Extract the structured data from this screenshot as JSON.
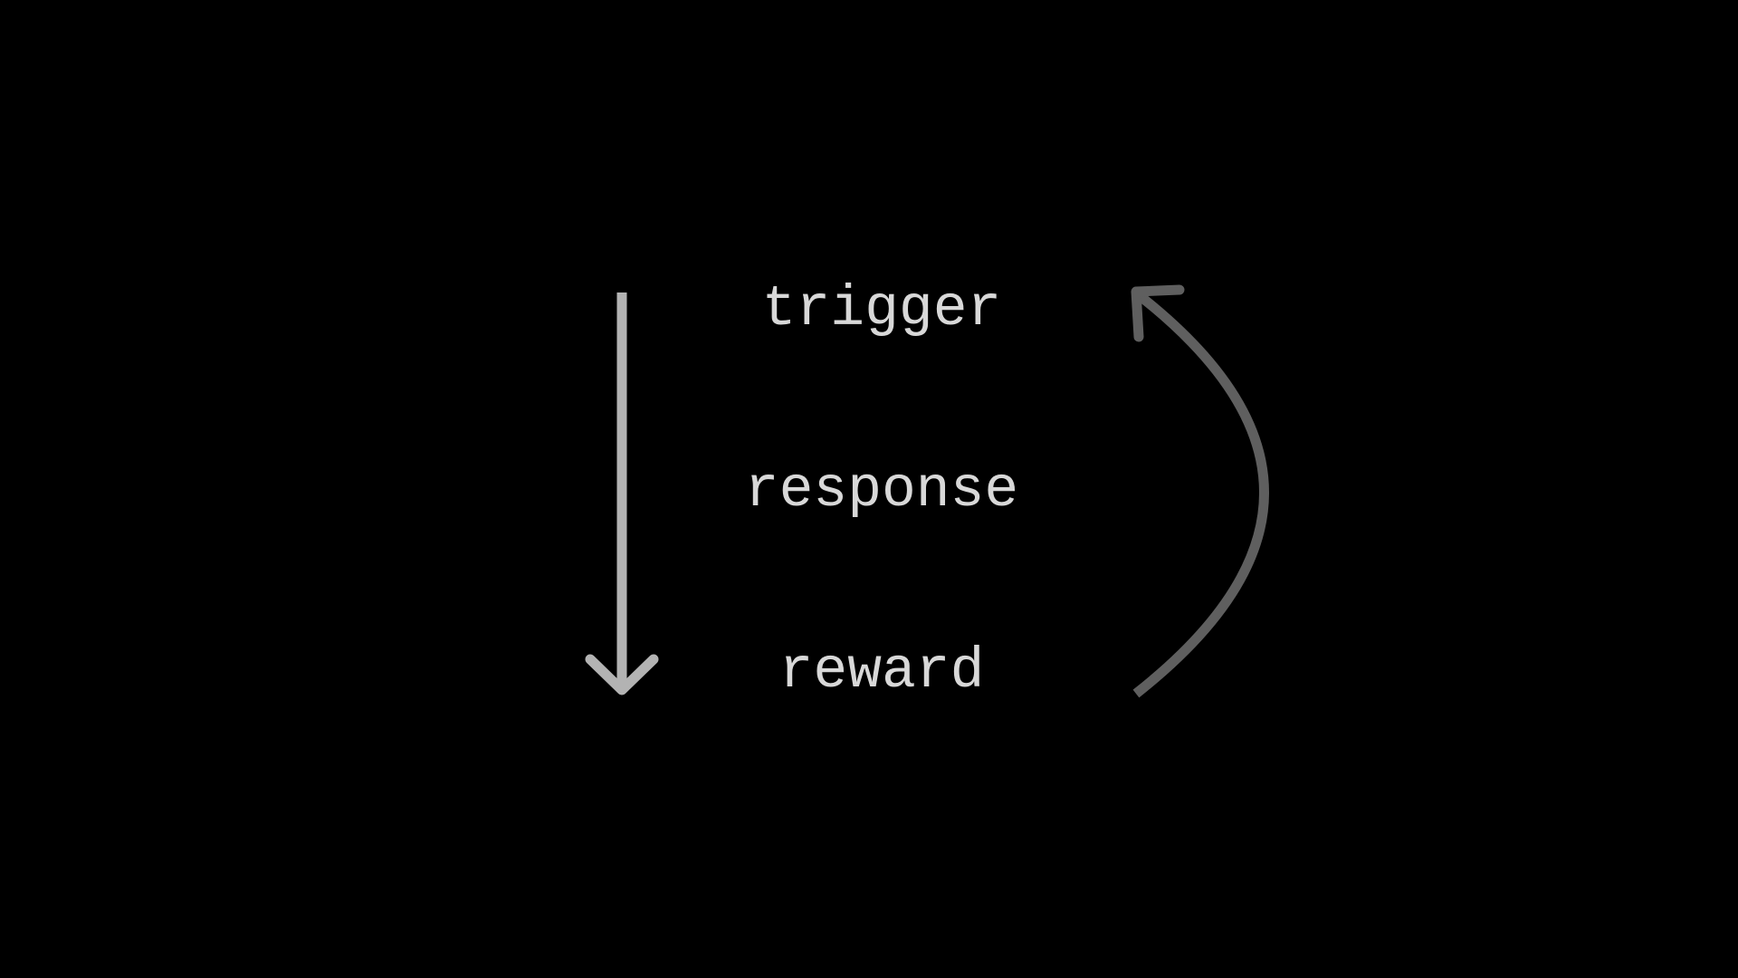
{
  "diagram": {
    "nodes": [
      {
        "id": "trigger",
        "label": "trigger"
      },
      {
        "id": "response",
        "label": "response"
      },
      {
        "id": "reward",
        "label": "reward"
      }
    ],
    "icons": {
      "down_arrow": "down-arrow-icon",
      "loop_arrow": "loop-arrow-icon"
    },
    "colors": {
      "background": "#000000",
      "text": "#d8d8d8",
      "down_arrow": "#b3b3b3",
      "loop_arrow": "#5f5f5f"
    }
  }
}
